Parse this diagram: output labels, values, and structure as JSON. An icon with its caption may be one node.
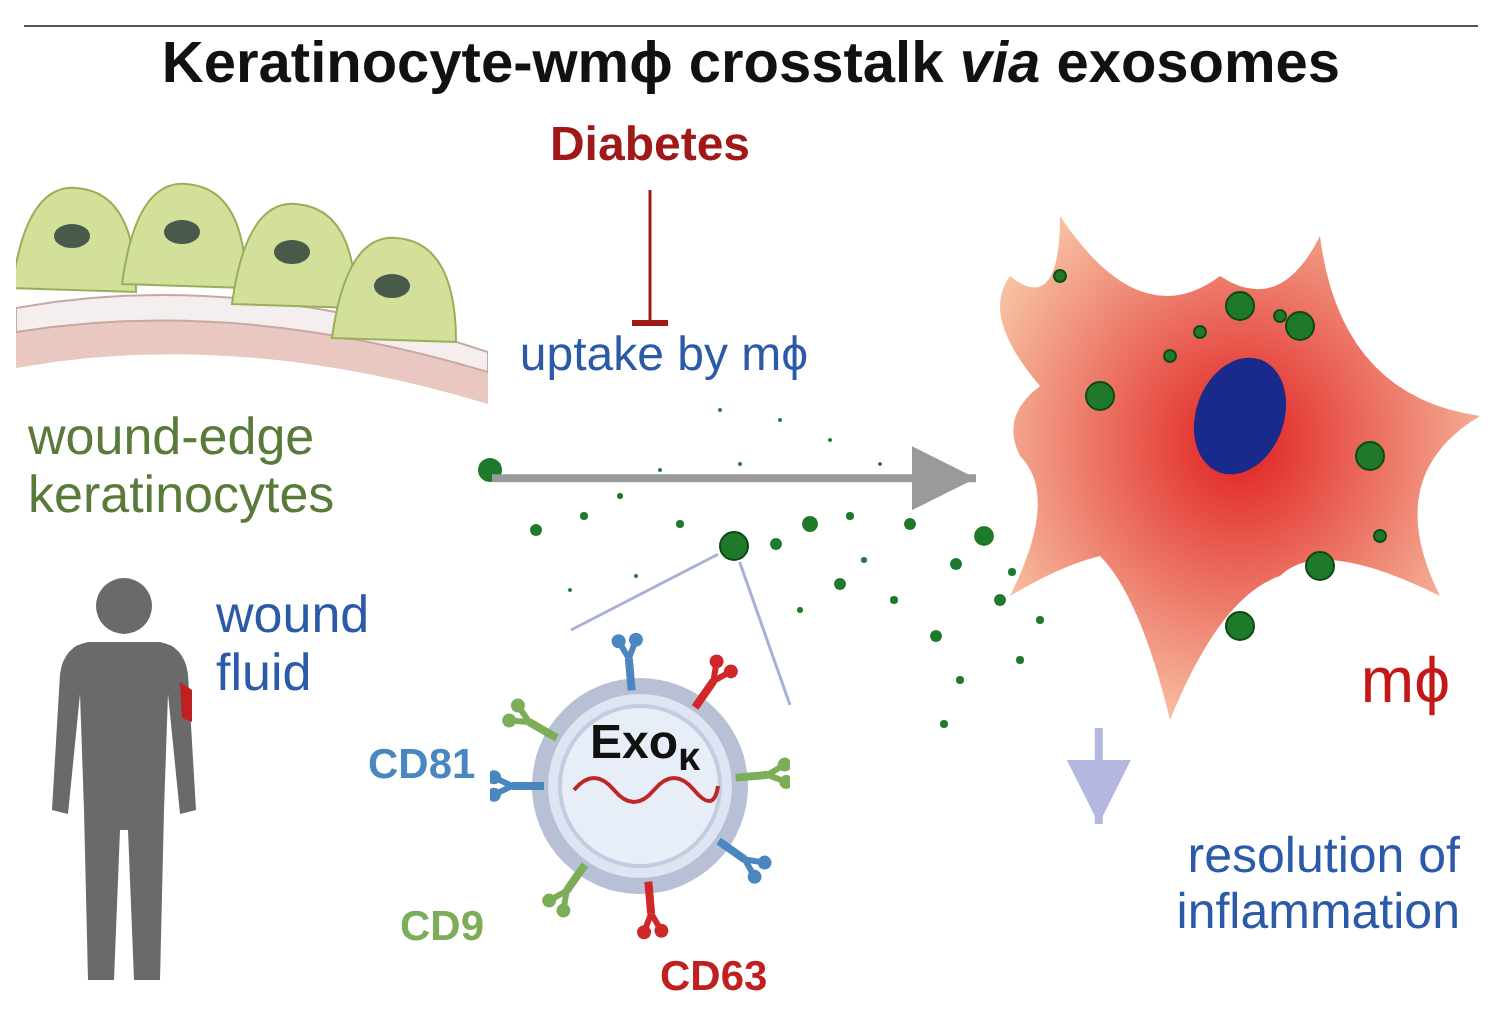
{
  "diagram": {
    "title": "Keratinocyte-wmϕ crosstalk *via* exosomes",
    "nodes": [
      {
        "text": [
          "wound-edge keratinocytes"
        ]
      },
      {
        "text": [
          "Diabetes"
        ]
      },
      {
        "text": [
          "uptake by mϕ"
        ]
      },
      {
        "text": [
          "mϕ"
        ]
      },
      {
        "text": [
          "resolution of inflammation"
        ]
      },
      {
        "text": [
          "wound fluid"
        ]
      },
      {
        "text": [
          "Exo$_{κ}$"
        ],
        "beside": [
          "CD81",
          "CD9",
          "CD63"
        ]
      },
      {
        "text": [],
        "shape": "circle"
      }
    ],
    "edges": [
      {
        "from": 1,
        "to": 2,
        "arrow": "other",
        "color": "#a01818"
      },
      {
        "from": 0,
        "to": 3,
        "arrow": "to",
        "style": "thick",
        "color": "#9a9a9a"
      },
      {
        "from": 3,
        "to": 4,
        "arrow": "to",
        "style": "thick",
        "color": "#b4b8e0"
      },
      {
        "from": 7,
        "to": 6,
        "arrow": "none",
        "color": "#a8b0d8"
      },
      {
        "from": 7,
        "to": 6,
        "arrow": "none",
        "color": "#a8b0d8"
      }
    ]
  }
}
